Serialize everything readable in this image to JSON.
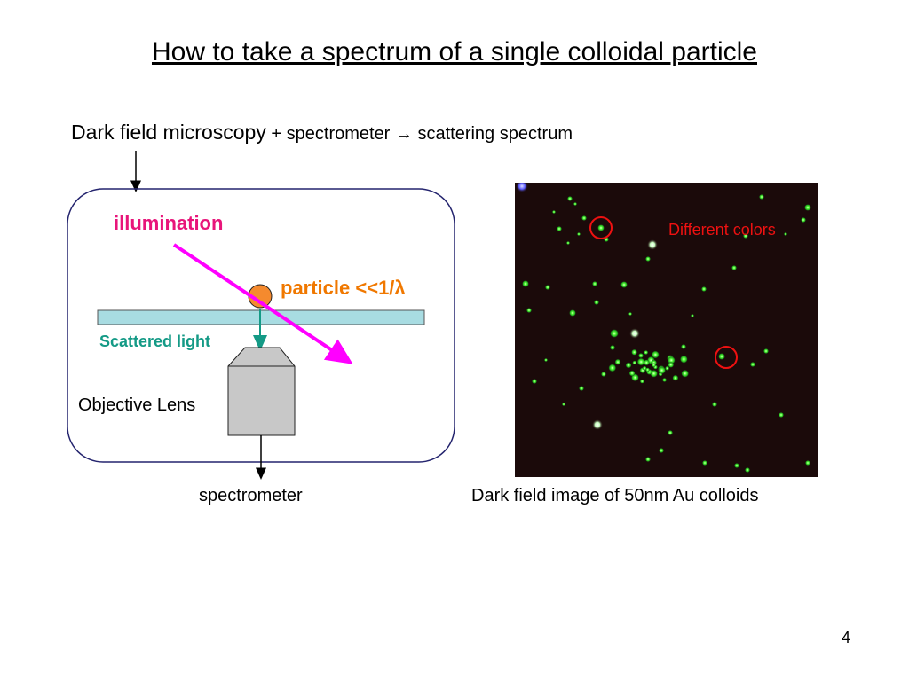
{
  "slide": {
    "title": "How to take a spectrum of a single colloidal particle",
    "headline": {
      "part1": "Dark field microscopy",
      "part2": " + spectrometer  ",
      "arrow": "→",
      "part3": " scattering spectrum"
    },
    "diagram": {
      "illumination_label": "illumination",
      "particle_label": "particle <<1/λ",
      "scattered_label": "Scattered light",
      "objective_label": "Objective Lens",
      "spectrometer_label": "spectrometer"
    },
    "image": {
      "caption": "Dark field image of 50nm Au colloids",
      "annotation": "Different colors"
    },
    "page_number": "4"
  },
  "colors": {
    "illumination": "#ff00ff",
    "illumination_text": "#e8157a",
    "particle_fill": "#f58a2e",
    "particle_text": "#f07800",
    "scattered": "#149a86",
    "slide_glass": "#a8dce2",
    "lens_body": "#c8c8c8",
    "frame": "#24246e",
    "annotation": "#ee1111",
    "image_bg": "#1b0a0a",
    "particle_glow": "#33ff33"
  },
  "icons": {
    "headline_arrow": "right-arrow-icon"
  }
}
